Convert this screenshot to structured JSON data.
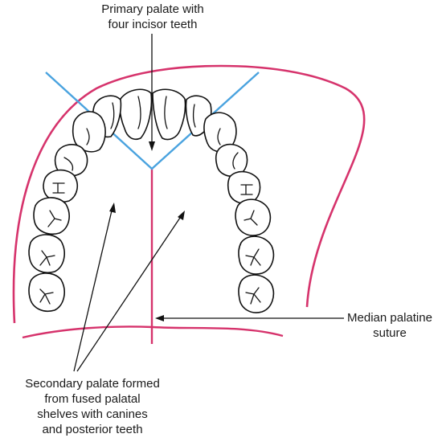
{
  "labels": {
    "primary_palate": [
      "Primary palate with",
      "four incisor teeth"
    ],
    "median_suture": [
      "Median palatine",
      "suture"
    ],
    "secondary_palate": [
      "Secondary palate formed",
      "from fused palatal",
      "shelves with canines",
      "and posterior teeth"
    ]
  },
  "colors": {
    "outline": "#d6336c",
    "boundary": "#4aa3df",
    "ink": "#111111"
  }
}
